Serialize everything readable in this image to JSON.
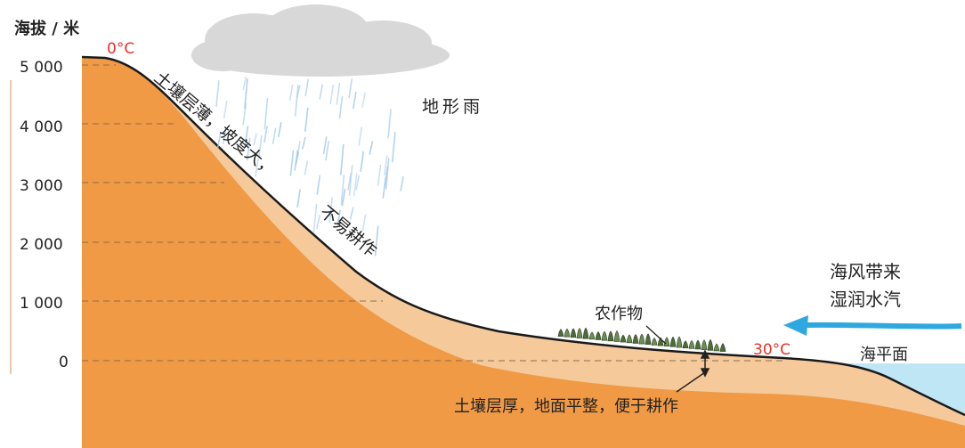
{
  "axis": {
    "title": "海拔 / 米",
    "ticks": [
      "5 000",
      "4 000",
      "3 000",
      "2 000",
      "1 000",
      "0"
    ]
  },
  "annotations": {
    "summit_temp": "0°C",
    "sea_level_temp": "30°C",
    "orographic_rain": "地形雨",
    "slope_line1": "土壤层薄，坡度大，",
    "slope_line2": "不易耕作",
    "crops": "农作物",
    "sea_wind_line1": "海风带来",
    "sea_wind_line2": "湿润水汽",
    "sea_level": "海平面",
    "plain": "土壤层厚，地面平整，便于耕作"
  },
  "colors": {
    "bedrock": "#F09A45",
    "soil": "#F5C99A",
    "sea": "#BFE6F5",
    "wind_arrow": "#2FA8E0",
    "temp_text": "#E8322A",
    "rain": "#A9CDEB",
    "cloud": "#D4D4D4"
  },
  "icons": [
    "cloud-icon",
    "rain-icon",
    "wind-arrow-icon",
    "crops-icon"
  ]
}
